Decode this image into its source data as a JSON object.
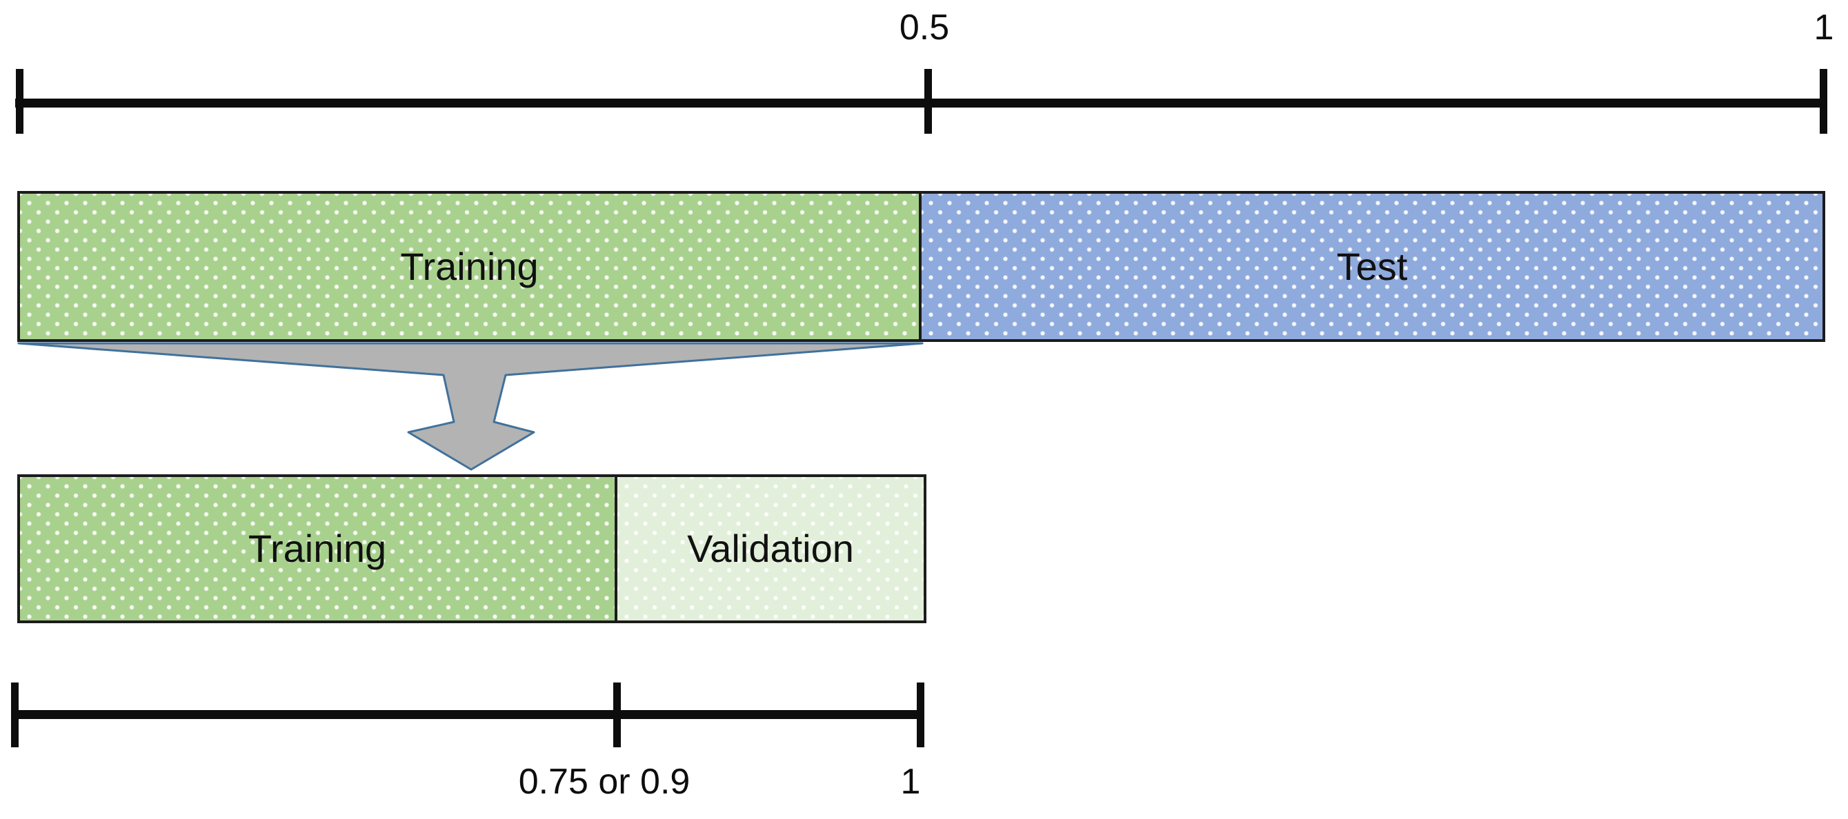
{
  "top_ruler": {
    "mid_label": "0.5",
    "end_label": "1"
  },
  "bars": {
    "train_test": {
      "segments": [
        {
          "label": "Training",
          "color": "#a9d18e"
        },
        {
          "label": "Test",
          "color": "#8faadc"
        }
      ]
    },
    "train_validation": {
      "segments": [
        {
          "label": "Training",
          "color": "#a9d18e"
        },
        {
          "label": "Validation",
          "color": "#e2efda"
        }
      ]
    }
  },
  "arrow": {
    "icon": "down-arrow-icon",
    "fill": "#b3b3b3",
    "border": "#41719c"
  },
  "bottom_ruler": {
    "mid_label": "0.75 or 0.9",
    "end_label": "1"
  },
  "colors": {
    "ink": "#0d0d0d",
    "bar_border": "#1c1c1c",
    "dot_pattern": "#ffffff"
  }
}
